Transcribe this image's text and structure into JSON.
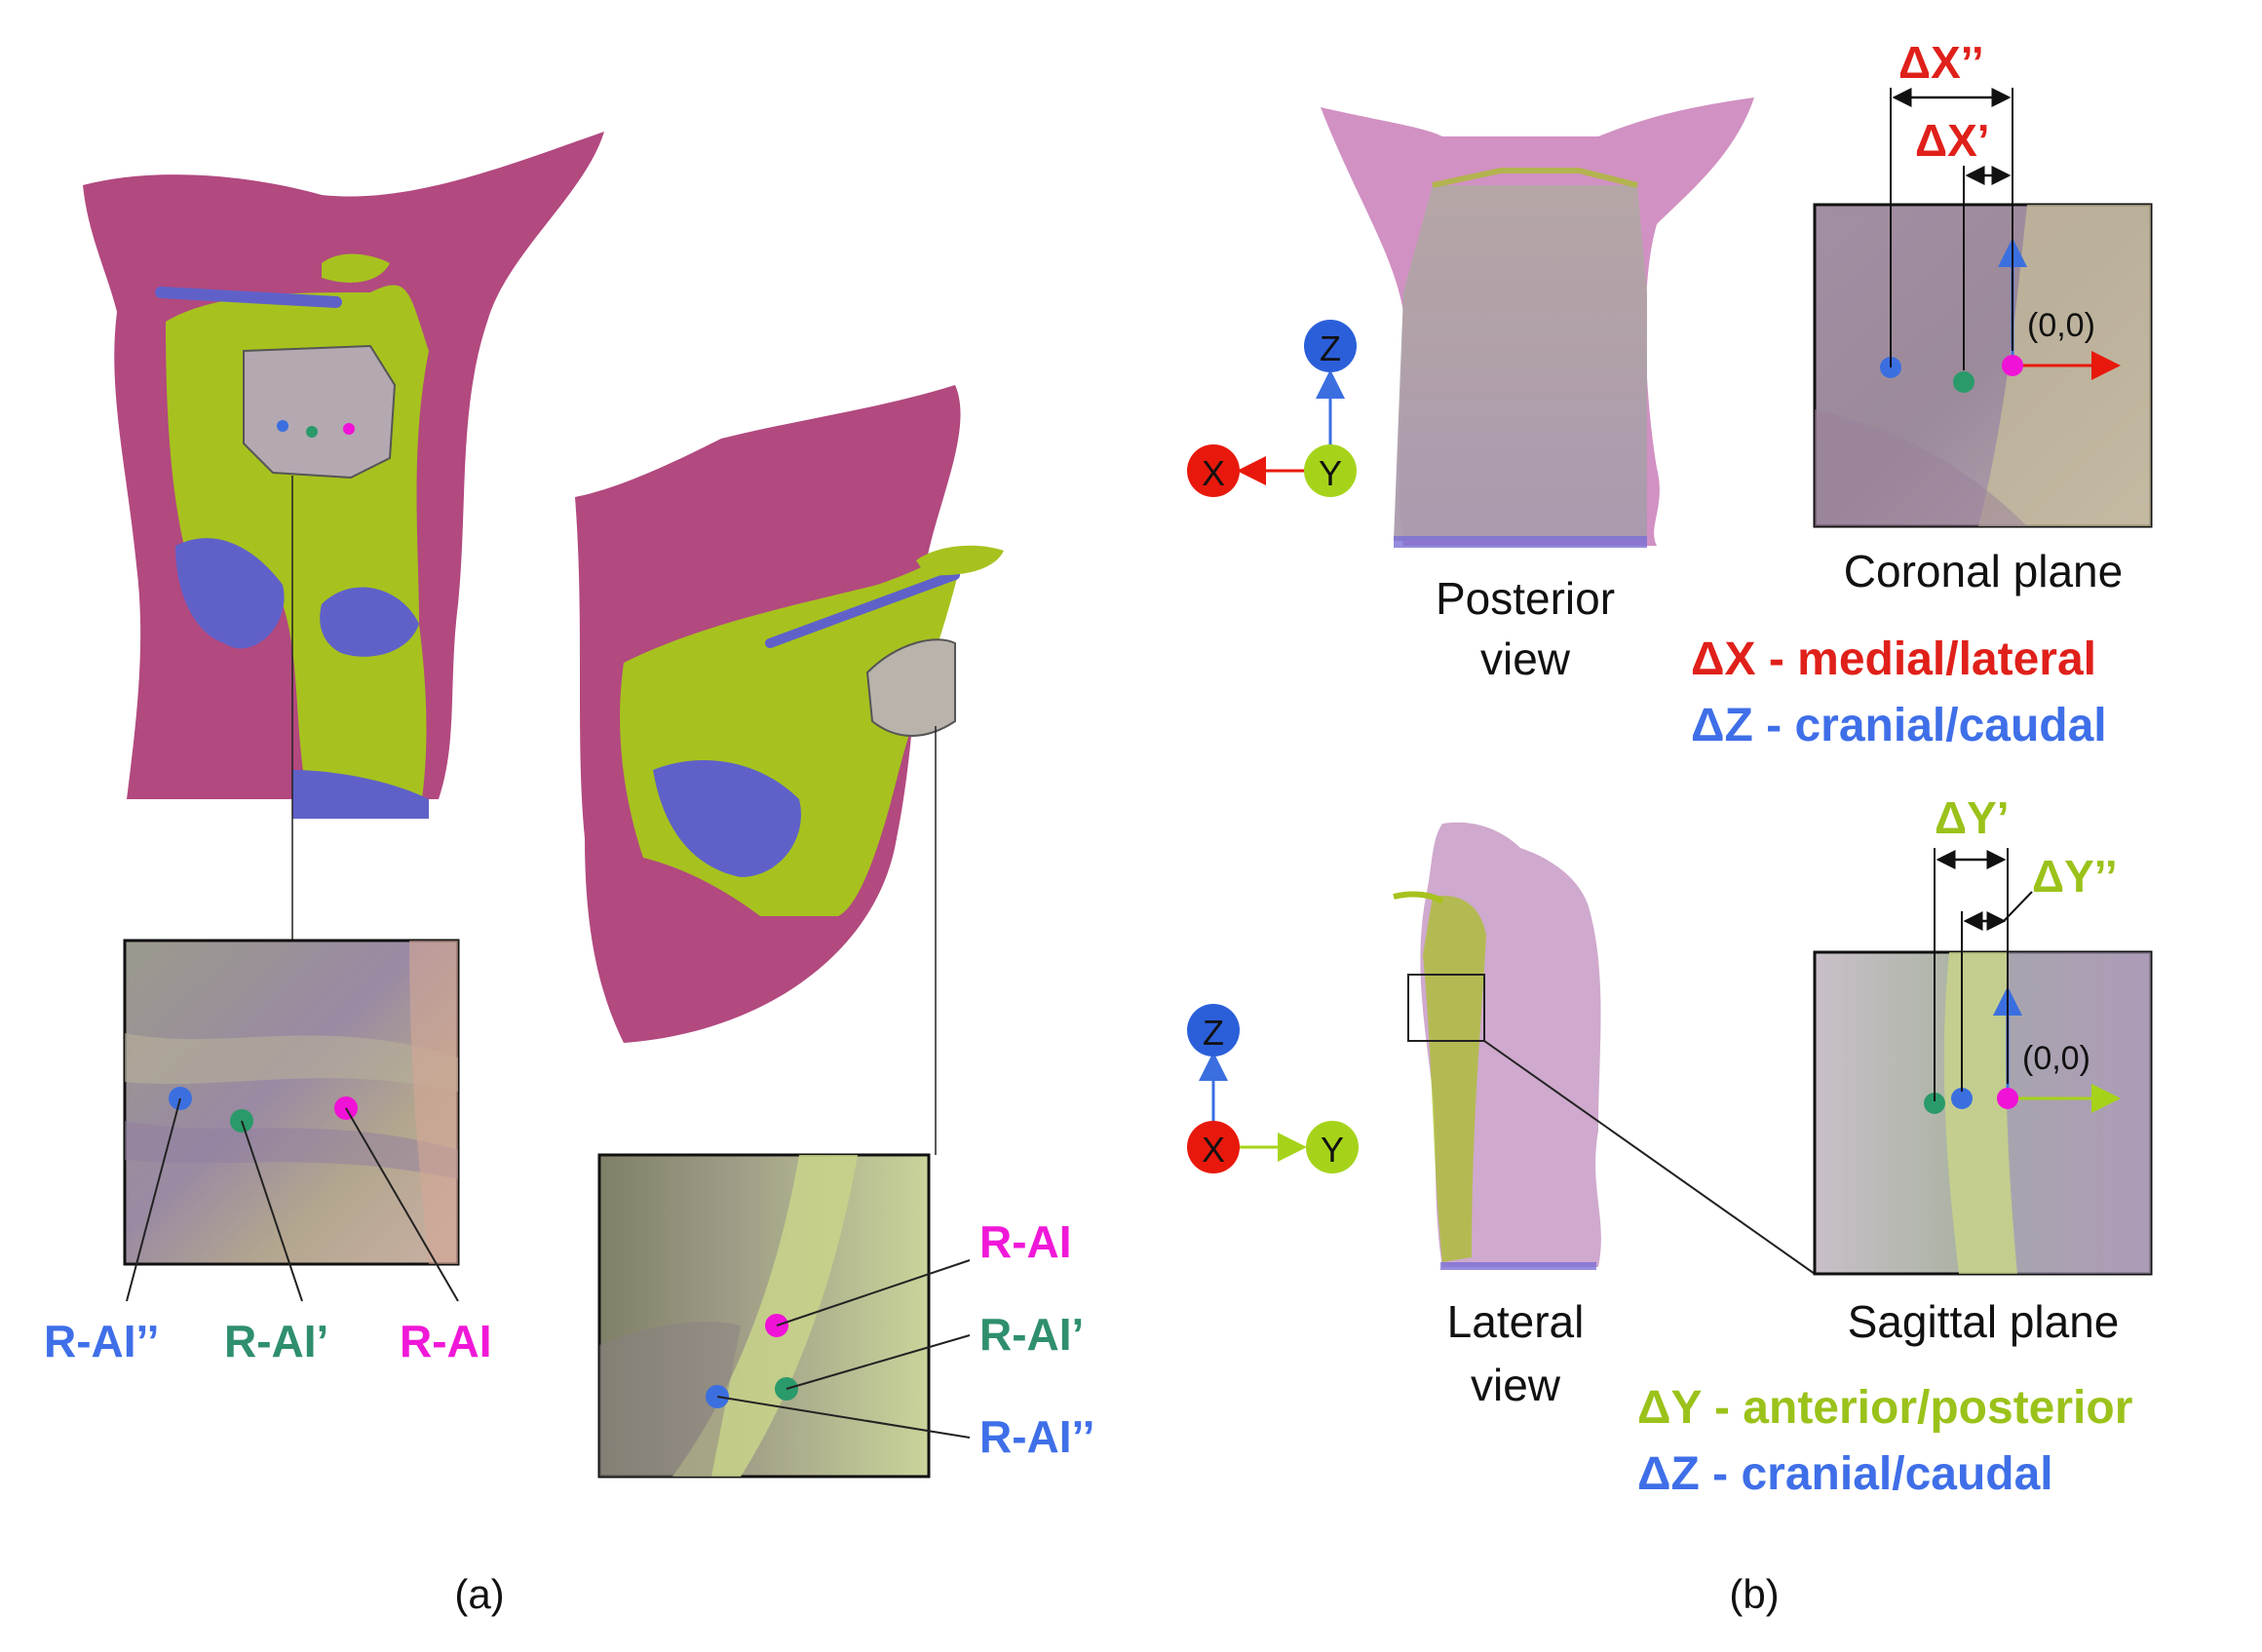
{
  "colors": {
    "magenta_surface": "#b2497f",
    "green_surface": "#a7c21e",
    "blue_surface": "#5f61c9",
    "point_blue": "#3b6fe0",
    "point_green": "#2a9a6a",
    "point_magenta": "#f012d6",
    "axis_red": "#e8190c",
    "axis_green": "#a6d31a",
    "axis_blue": "#2b5fd9",
    "label_red": "#e0201a",
    "label_green": "#9bc21a",
    "label_blue": "#3f6fe8",
    "label_teal": "#2f8f6d",
    "label_magenta": "#f018d8"
  },
  "panel_a": {
    "left_callouts": {
      "r_ai_double": "R-AI’’",
      "r_ai_prime": "R-AI’",
      "r_ai": "R-AI"
    },
    "right_callouts": {
      "r_ai": "R-AI",
      "r_ai_prime": "R-AI’",
      "r_ai_double": "R-AI’’"
    },
    "caption": "(a)"
  },
  "panel_b": {
    "axes_top": {
      "z": "Z",
      "x": "X",
      "y": "Y"
    },
    "axes_bottom": {
      "z": "Z",
      "x": "X",
      "y": "Y"
    },
    "posterior_view": {
      "line1": "Posterior",
      "line2": "view"
    },
    "lateral_view": {
      "line1": "Lateral",
      "line2": "view"
    },
    "coronal": {
      "title": "Coronal plane",
      "origin": "(0,0)",
      "dx_double": "ΔX’’",
      "dx_prime": "ΔX’"
    },
    "sagittal": {
      "title": "Sagittal plane",
      "origin": "(0,0)",
      "dy_prime": "ΔY’",
      "dy_double": "ΔY’’"
    },
    "legend_coronal": {
      "dx": "ΔX - medial/lateral",
      "dz": "ΔZ - cranial/caudal"
    },
    "legend_sagittal": {
      "dy": "ΔY - anterior/posterior",
      "dz": "ΔZ - cranial/caudal"
    },
    "caption": "(b)"
  }
}
